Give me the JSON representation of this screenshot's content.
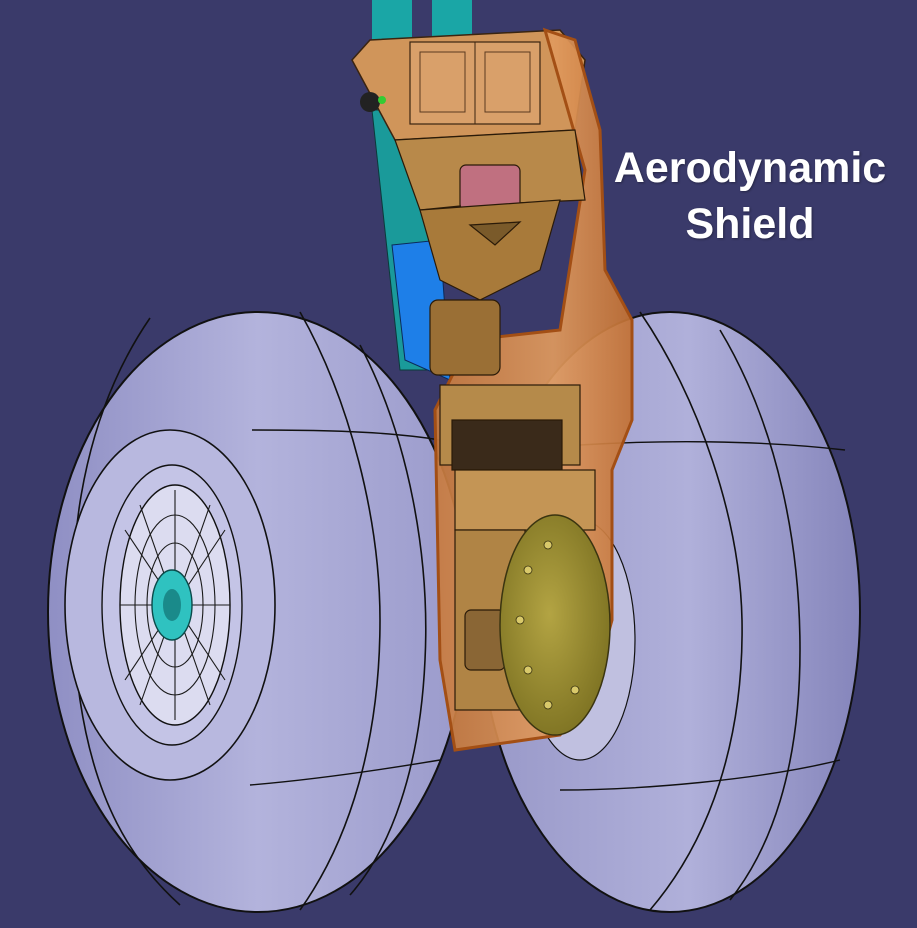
{
  "callout": {
    "line1": "Aerodynamic",
    "line2": "Shield"
  },
  "colors": {
    "background": "#3a3a6a",
    "tire": "#a9a9d6",
    "tire_shadow": "#7b7bb0",
    "shield": "#d98a4e",
    "mechanism": "#b8894a",
    "brake_disc": "#9e8f33",
    "hub": "#2fc2c0",
    "strut_blue": "#1e7fe8",
    "strut_teal": "#1aa6a6",
    "text": "#ffffff"
  },
  "icons": [
    "landing-gear-illustration"
  ]
}
